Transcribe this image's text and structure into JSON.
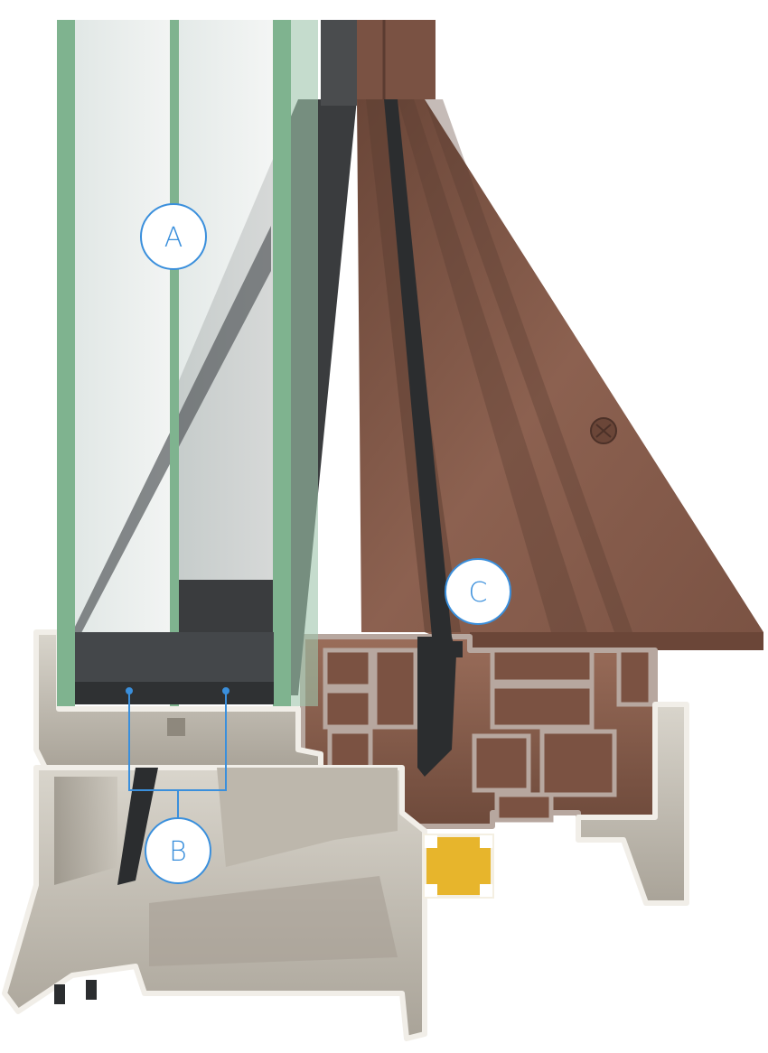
{
  "diagram": {
    "labels": {
      "glass": "A",
      "spacers": "B",
      "frame": "C"
    },
    "colors": {
      "callout": "#3a8fdc",
      "glass_edge": "#7fb38f",
      "wood": "#7a5342",
      "aluminium": "#c9c4ba",
      "gasket": "#2b2d2f",
      "thermal_break": "#e7b52c"
    }
  }
}
